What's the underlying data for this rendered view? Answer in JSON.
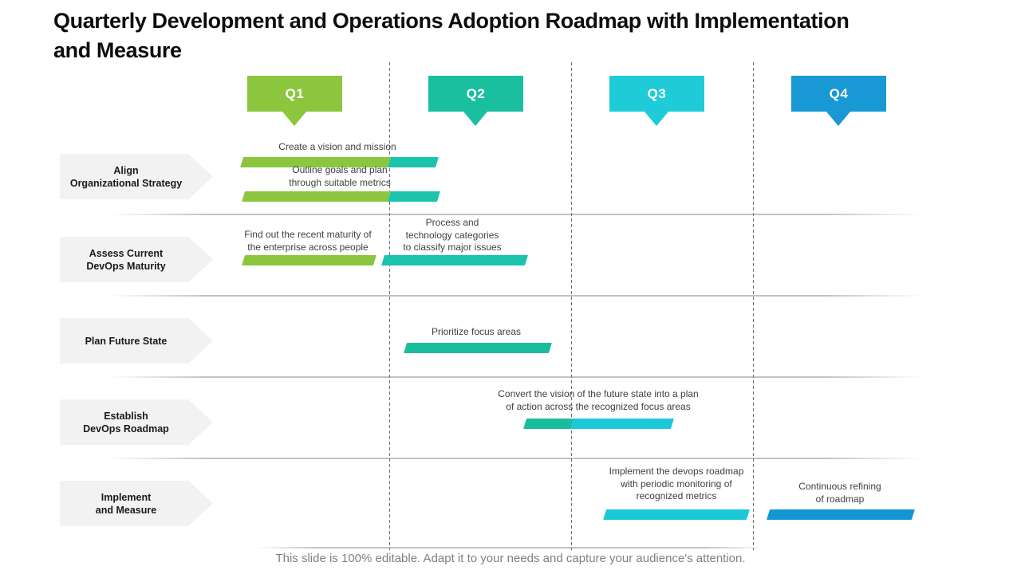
{
  "slide": {
    "title": "Quarterly Development and Operations Adoption Roadmap with Implementation and Measure",
    "footer": "This slide is 100% editable. Adapt it to your needs and capture your audience's attention."
  },
  "colors": {
    "bar_green": "#8CC63F",
    "bar_teal": "#1BC3AC",
    "bar_teal_green": "#1ABD9B",
    "bar_cyan": "#1BC8D8",
    "bar_blue": "#1496D4"
  },
  "quarters": [
    {
      "label": "Q1",
      "color": "#8CC63F"
    },
    {
      "label": "Q2",
      "color": "#19BF9E"
    },
    {
      "label": "Q3",
      "color": "#1FCBD6"
    },
    {
      "label": "Q4",
      "color": "#1898D5"
    }
  ],
  "rows": [
    {
      "label": "Align\nOrganizational Strategy",
      "tasks": [
        {
          "label": "Create a vision and mission",
          "start_quarter": "Q1",
          "end_quarter": "Q2"
        },
        {
          "label": "Outline goals and plan\nthrough suitable metrics",
          "start_quarter": "Q1",
          "end_quarter": "Q2"
        }
      ]
    },
    {
      "label": "Assess Current\nDevOps Maturity",
      "tasks": [
        {
          "label": "Find out the recent maturity of\nthe enterprise across people",
          "start_quarter": "Q1",
          "end_quarter": "Q1"
        },
        {
          "label": "Process and\ntechnology categories\nto classify major issues",
          "start_quarter": "Q1",
          "end_quarter": "Q2"
        }
      ]
    },
    {
      "label": "Plan Future State",
      "tasks": [
        {
          "label": "Prioritize focus areas",
          "start_quarter": "Q2",
          "end_quarter": "Q2"
        }
      ]
    },
    {
      "label": "Establish\nDevOps Roadmap",
      "tasks": [
        {
          "label": "Convert the vision of the future state into a plan\nof action across the recognized focus areas",
          "start_quarter": "Q2",
          "end_quarter": "Q3"
        }
      ]
    },
    {
      "label": "Implement\nand Measure",
      "tasks": [
        {
          "label": "Implement the devops roadmap\nwith periodic monitoring of\nrecognized metrics",
          "start_quarter": "Q3",
          "end_quarter": "Q3"
        },
        {
          "label": "Continuous refining\nof roadmap",
          "start_quarter": "Q4",
          "end_quarter": "Q4"
        }
      ]
    }
  ]
}
